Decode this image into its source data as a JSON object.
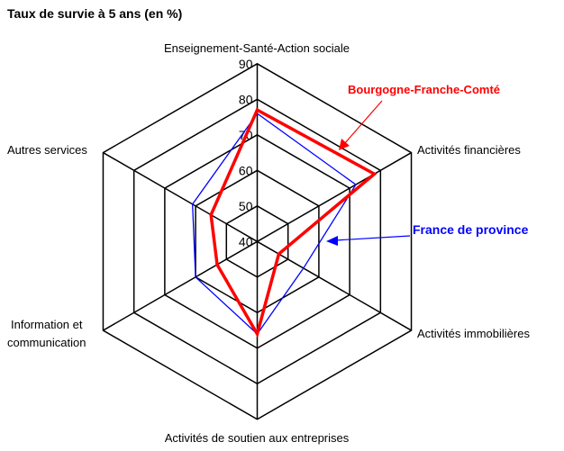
{
  "chart_data": {
    "type": "radar",
    "title": "Taux de survie à 5 ans (en %)",
    "axes": [
      "Enseignement-Santé-Action sociale",
      "Activités financières",
      "Activités immobilières",
      "Activités de soutien aux entreprises",
      "Information et communication",
      "Autres services"
    ],
    "axis_label_lines": {
      "4": [
        "Information et",
        "communication"
      ]
    },
    "range": [
      40,
      90
    ],
    "ticks": [
      40,
      50,
      60,
      70,
      80,
      90
    ],
    "series": [
      {
        "name": "Bourgogne-Franche-Comté",
        "color": "#ff0000",
        "values": [
          77,
          78,
          47,
          66,
          53,
          55
        ]
      },
      {
        "name": "France de province",
        "color": "#0000ff",
        "values": [
          76,
          72,
          55,
          66,
          60,
          61
        ]
      }
    ],
    "legend": "annotations with arrows, top-right and right"
  }
}
